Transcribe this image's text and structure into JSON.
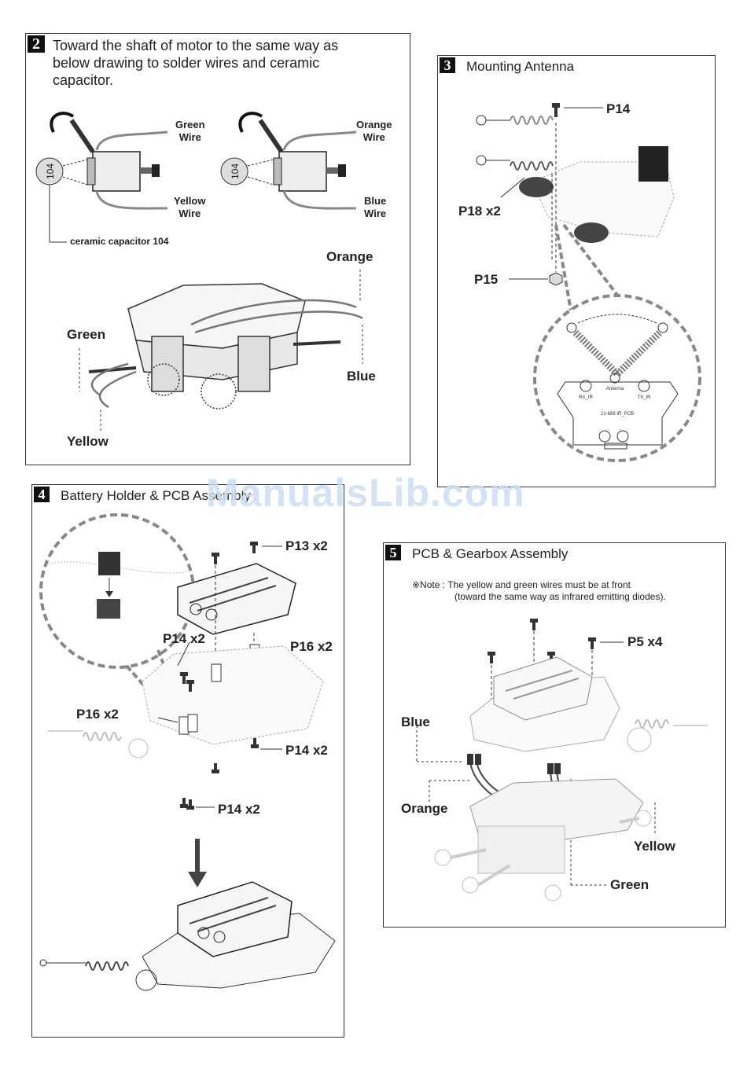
{
  "step2": {
    "number": "2",
    "title_line1": "Toward the shaft of motor to the same way as",
    "title_line2": "below drawing to solder wires and ceramic",
    "title_line3": "capacitor.",
    "green_wire": [
      "Green",
      "Wire"
    ],
    "yellow_wire": [
      "Yellow",
      "Wire"
    ],
    "orange_wire": [
      "Orange",
      "Wire"
    ],
    "blue_wire": [
      "Blue",
      "Wire"
    ],
    "capacitor_mark": "104",
    "capacitor_label": "ceramic capacitor 104",
    "orange": "Orange",
    "green": "Green",
    "blue": "Blue",
    "yellow": "Yellow"
  },
  "step3": {
    "number": "3",
    "title": "Mounting Antenna",
    "p14": "P14",
    "p18": "P18 x2",
    "p15": "P15",
    "pcb_antenna": "Antenna",
    "pcb_rx": "RX_IR",
    "pcb_tx": "TX_IR",
    "pcb_name": "21-886 IR_PCB"
  },
  "step4": {
    "number": "4",
    "title": "Battery Holder & PCB Assembly",
    "p13": "P13 x2",
    "p14_a": "P14 x2",
    "p16_a": "P16 x2",
    "p16_b": "P16 x2",
    "p14_b": "P14 x2",
    "p14_c": "P14 x2"
  },
  "step5": {
    "number": "5",
    "title": "PCB & Gearbox Assembly",
    "note_line1": "※Note : The yellow and green wires must be at front",
    "note_line2": "(toward the same way as infrared emitting diodes).",
    "p5": "P5 x4",
    "blue": "Blue",
    "orange": "Orange",
    "yellow": "Yellow",
    "green": "Green"
  },
  "watermark": "ManualsLib.com"
}
